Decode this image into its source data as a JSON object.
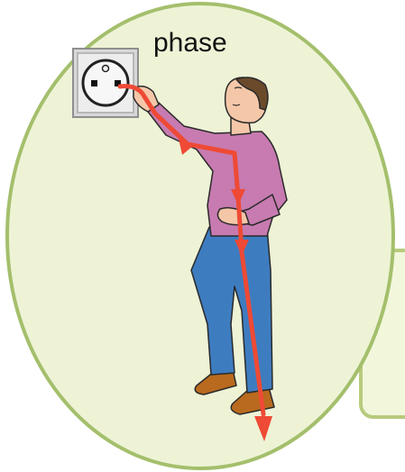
{
  "diagram": {
    "label": "phase",
    "colors": {
      "circle_fill": "#eef3d6",
      "circle_stroke": "#a4bf6c",
      "callout_fill": "#f2f7dc",
      "callout_stroke": "#b6cb7c",
      "shirt": "#c77bb0",
      "jeans": "#3e7cc0",
      "skin": "#f4c7a8",
      "hair": "#6b4a2b",
      "shoes": "#b96a1e",
      "current_arrow": "#ee4a35",
      "outlet_frame": "#e2e2e2",
      "outlet_socket": "#f2f2f2"
    },
    "icons": [
      "electrical-outlet-icon",
      "person-illustration",
      "current-path-arrow"
    ]
  }
}
